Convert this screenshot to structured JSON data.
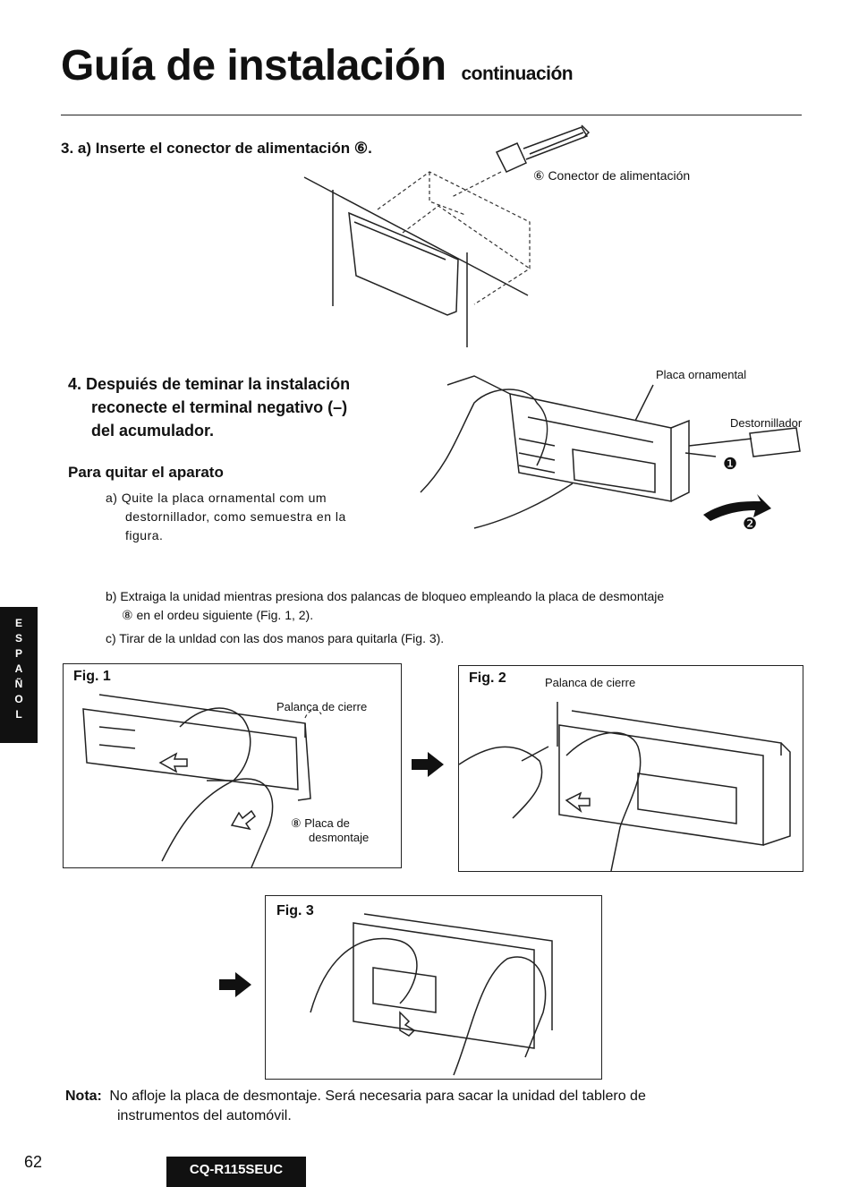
{
  "header": {
    "title": "Guía de instalación",
    "subtitle": "continuación"
  },
  "step3": {
    "heading": "3. a) Inserte el conector de alimentación ⑥.",
    "callout": "⑥ Conector de alimentación"
  },
  "step4": {
    "heading_lines": [
      "4. Despuiés de teminar la instalación",
      "reconecte el terminal negativo (–)",
      "del acumulador."
    ],
    "callout_plate": "Placa ornamental",
    "callout_screwdriver": "Destornillador",
    "marker1": "❶",
    "marker2": "❷"
  },
  "removal": {
    "heading": "Para quitar el aparato",
    "a_lines": [
      "a) Quite la placa ornamental com um",
      "destornillador, como semuestra en la",
      "figura."
    ],
    "b_lines": [
      "b) Extraiga la unidad mientras presiona dos palancas de bloqueo empleando la placa de desmontaje",
      "⑧ en el ordeu siguiente (Fig. 1, 2)."
    ],
    "c_line": "c) Tirar de la unldad con las dos manos para quitarla (Fig. 3)."
  },
  "fig1": {
    "label": "Fig. 1",
    "lever": "Palanca de cierre",
    "plate_line1": "⑧ Placa de",
    "plate_line2": "desmontaje"
  },
  "fig2": {
    "label": "Fig. 2",
    "lever": "Palanca de cierre"
  },
  "fig3": {
    "label": "Fig. 3"
  },
  "note": {
    "label": "Nota:",
    "line1": "No afloje la placa de desmontaje. Será necesaria para sacar la unidad del tablero de",
    "line2": "instrumentos del automóvil."
  },
  "sidetab": [
    "E",
    "S",
    "P",
    "A",
    "Ñ",
    "O",
    "L"
  ],
  "footer": {
    "page_number": "62",
    "model": "CQ-R115SEUC"
  }
}
